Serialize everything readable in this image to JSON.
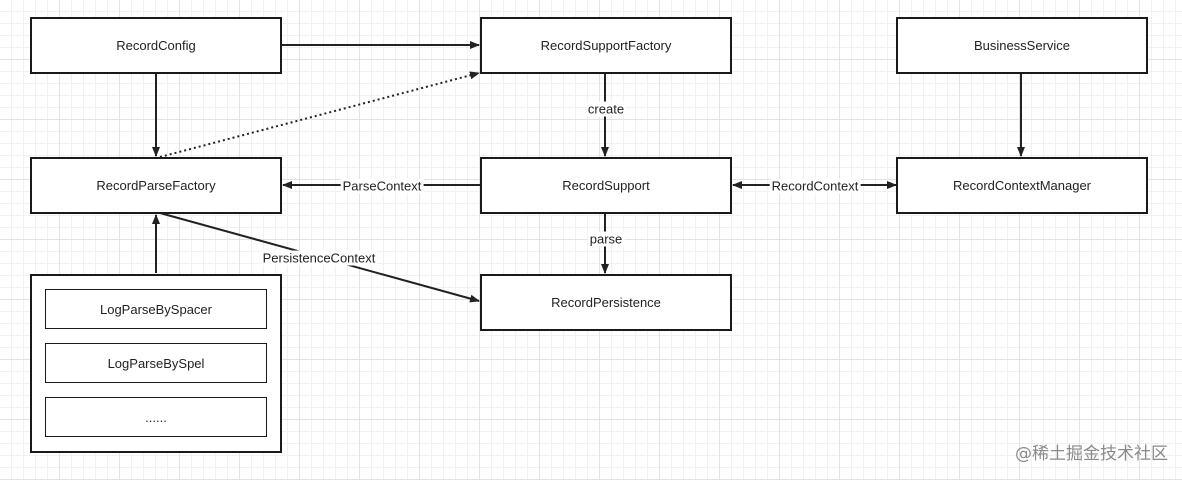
{
  "nodes": {
    "record_config": "RecordConfig",
    "record_support_factory": "RecordSupportFactory",
    "business_service": "BusinessService",
    "record_parse_factory": "RecordParseFactory",
    "record_support": "RecordSupport",
    "record_context_manager": "RecordContextManager",
    "record_persistence": "RecordPersistence",
    "log_parse_by_spacer": "LogParseBySpacer",
    "log_parse_by_spel": "LogParseBySpel",
    "more": "......"
  },
  "edges": {
    "create": "create",
    "parse": "parse",
    "parse_context": "ParseContext",
    "record_context": "RecordContext",
    "persistence_context": "PersistenceContext"
  },
  "watermark": "@稀土掘金技术社区"
}
